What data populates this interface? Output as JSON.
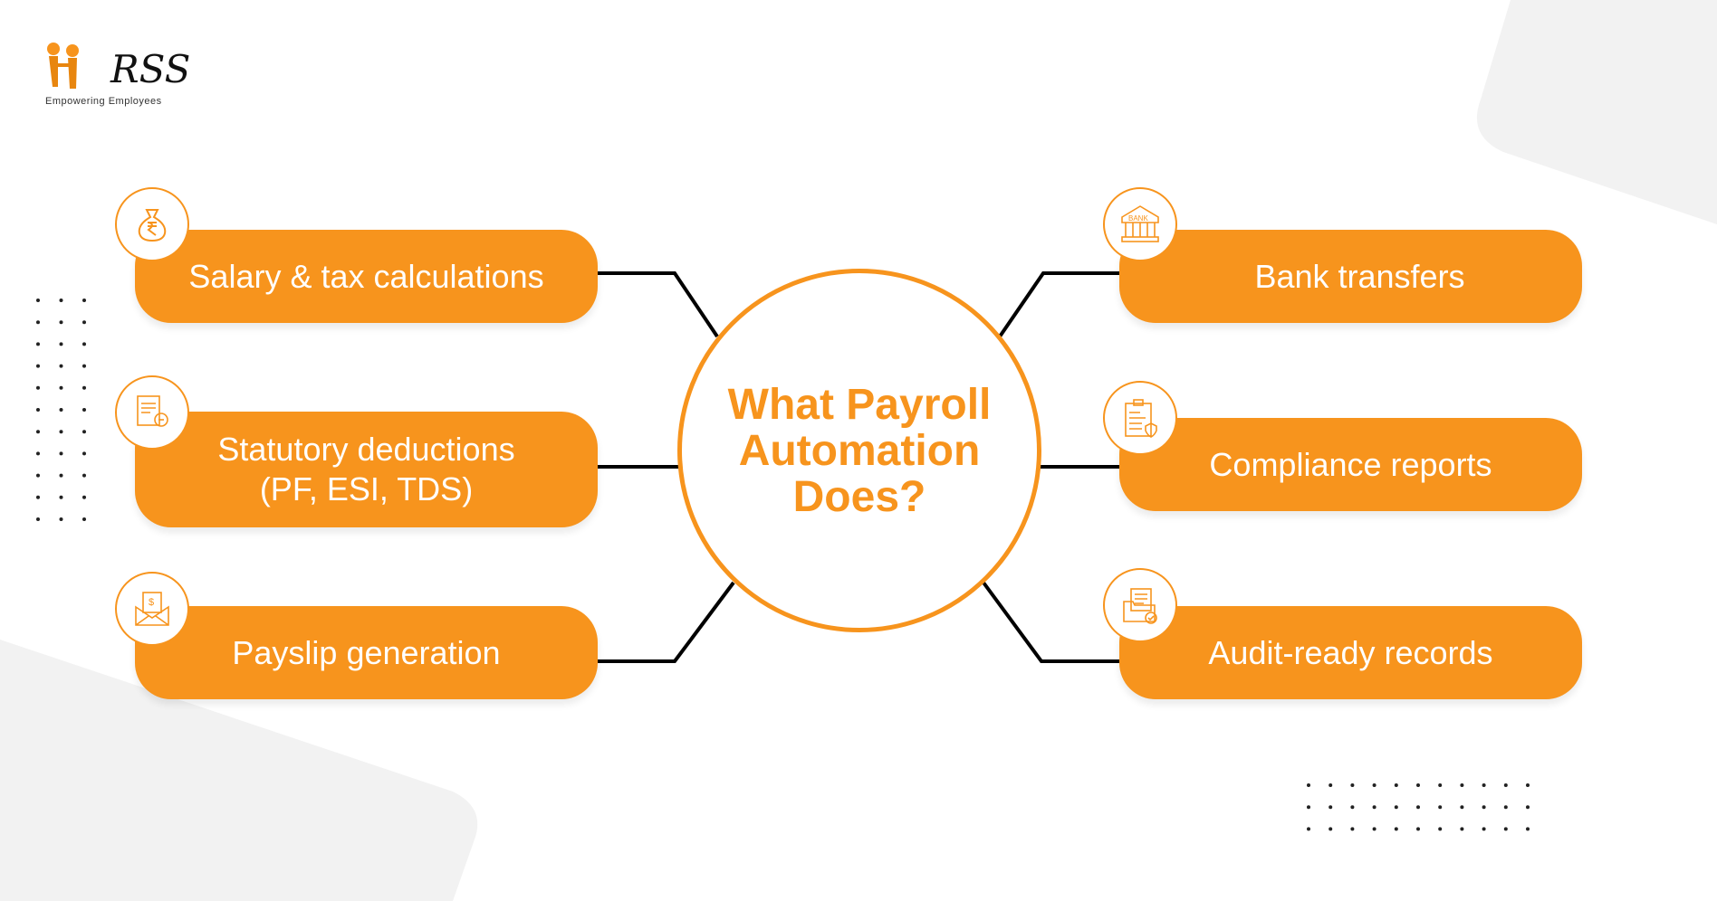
{
  "logo": {
    "brand": "HRSS",
    "tagline": "Empowering Employees"
  },
  "center_title": "What Payroll Automation Does?",
  "left_items": [
    {
      "label": "Salary & tax calculations",
      "icon": "money-bag-rupee-icon"
    },
    {
      "label": "Statutory deductions (PF, ESI, TDS)",
      "icon": "tax-document-icon"
    },
    {
      "label": "Payslip generation",
      "icon": "payslip-envelope-icon"
    }
  ],
  "right_items": [
    {
      "label": "Bank transfers",
      "icon": "bank-icon",
      "icon_text": "BANK"
    },
    {
      "label": "Compliance reports",
      "icon": "clipboard-shield-icon"
    },
    {
      "label": "Audit-ready records",
      "icon": "audit-folder-icon"
    }
  ],
  "colors": {
    "accent": "#f7941d",
    "background": "#ffffff",
    "shape": "#f2f2f2",
    "line": "#000000"
  }
}
